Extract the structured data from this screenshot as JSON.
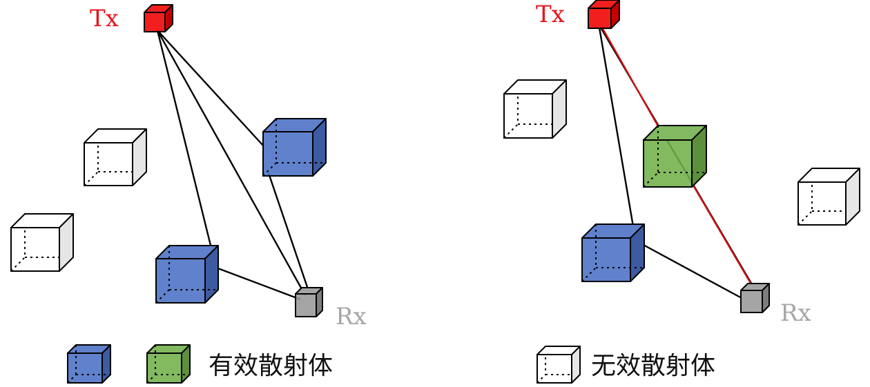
{
  "colors": {
    "tx": "#f00000",
    "rx": "#999999",
    "effective_blue": "#4a6fc4",
    "effective_green": "#72b04a",
    "ineffective": "#ffffff",
    "ray_black": "#000000",
    "ray_red": "#cc1212"
  },
  "left_panel": {
    "tx_label": "Tx",
    "rx_label": "Rx"
  },
  "right_panel": {
    "tx_label": "Tx",
    "rx_label": "Rx"
  },
  "legend": {
    "effective_label": "有效散射体",
    "ineffective_label": "无效散射体"
  }
}
